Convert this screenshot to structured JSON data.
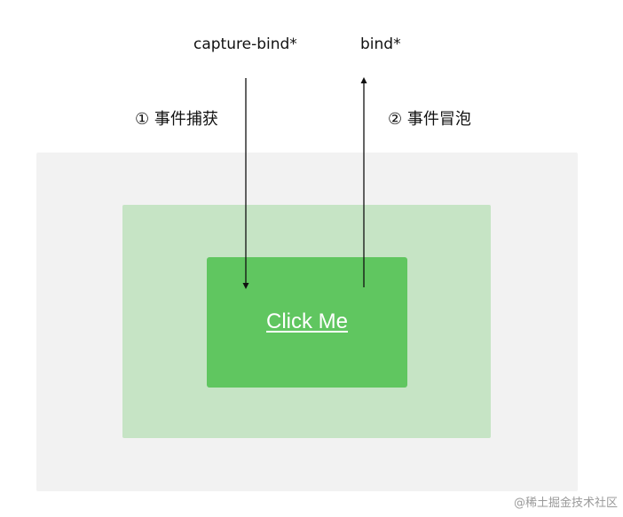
{
  "top_labels": {
    "capture": "capture-bind*",
    "bubble": "bind*"
  },
  "event_labels": {
    "capture": "① 事件捕获",
    "bubble": "② 事件冒泡"
  },
  "target": {
    "label": "Click Me"
  },
  "colors": {
    "outer_box": "#f2f2f2",
    "middle_box": "#c6e4c5",
    "inner_box": "#60c660",
    "arrow": "#111111"
  },
  "watermark": "@稀土掘金技术社区"
}
